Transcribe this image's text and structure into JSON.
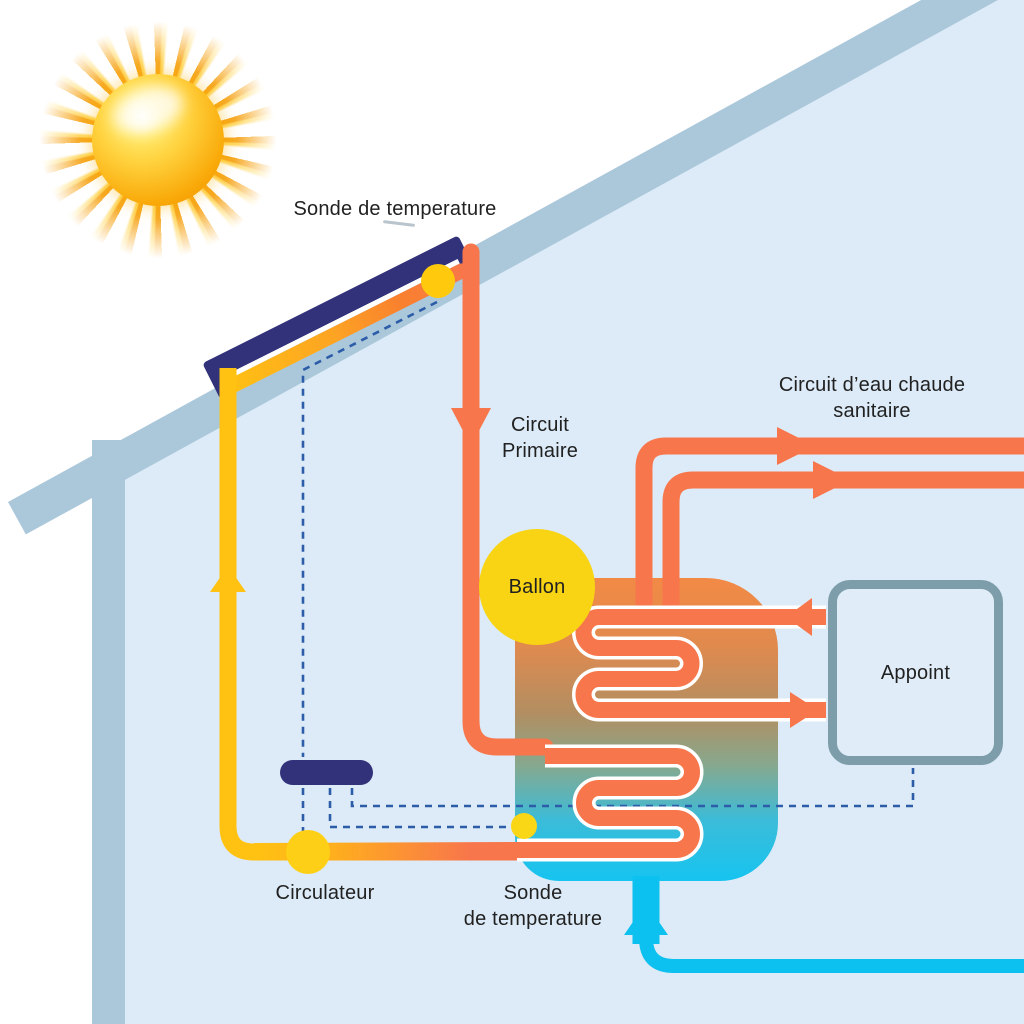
{
  "diagram": "solar-water-heater-schematic",
  "labels": {
    "sensor_top": "Sonde de temperature",
    "circuit_primaire_line1": "Circuit",
    "circuit_primaire_line2": "Primaire",
    "ecs_line1": "Circuit d’eau chaude",
    "ecs_line2": "sanitaire",
    "ballon": "Ballon",
    "appoint": "Appoint",
    "circulateur": "Circulateur",
    "sensor_bottom_line1": "Sonde",
    "sensor_bottom_line2": "de temperature"
  },
  "colors": {
    "hot_pipe_orange": "#f8764b",
    "solar_pipe_yellow": "#ffc212",
    "cold_pipe_cyan": "#0cc0ef",
    "panel_frame_navy": "#32327a",
    "controller_navy": "#32327a",
    "sensor_dot_yellow": "#f9d616",
    "ballon_bubble_yellow": "#f8d414",
    "roof_blue_gray": "#abc8db",
    "interior_light_blue": "#dcebf7",
    "appoint_border_gray": "#7e9dab",
    "dashed_control_blue": "#2d5da8",
    "tank_gradient_top": "#f28a45",
    "tank_gradient_bottom": "#16c4f0"
  },
  "icons": [
    "sun-icon",
    "solar-panel",
    "temperature-sensor-dot",
    "storage-tank",
    "heat-exchanger-coil",
    "circulator-pump-node",
    "controller-unit",
    "flow-arrow"
  ]
}
